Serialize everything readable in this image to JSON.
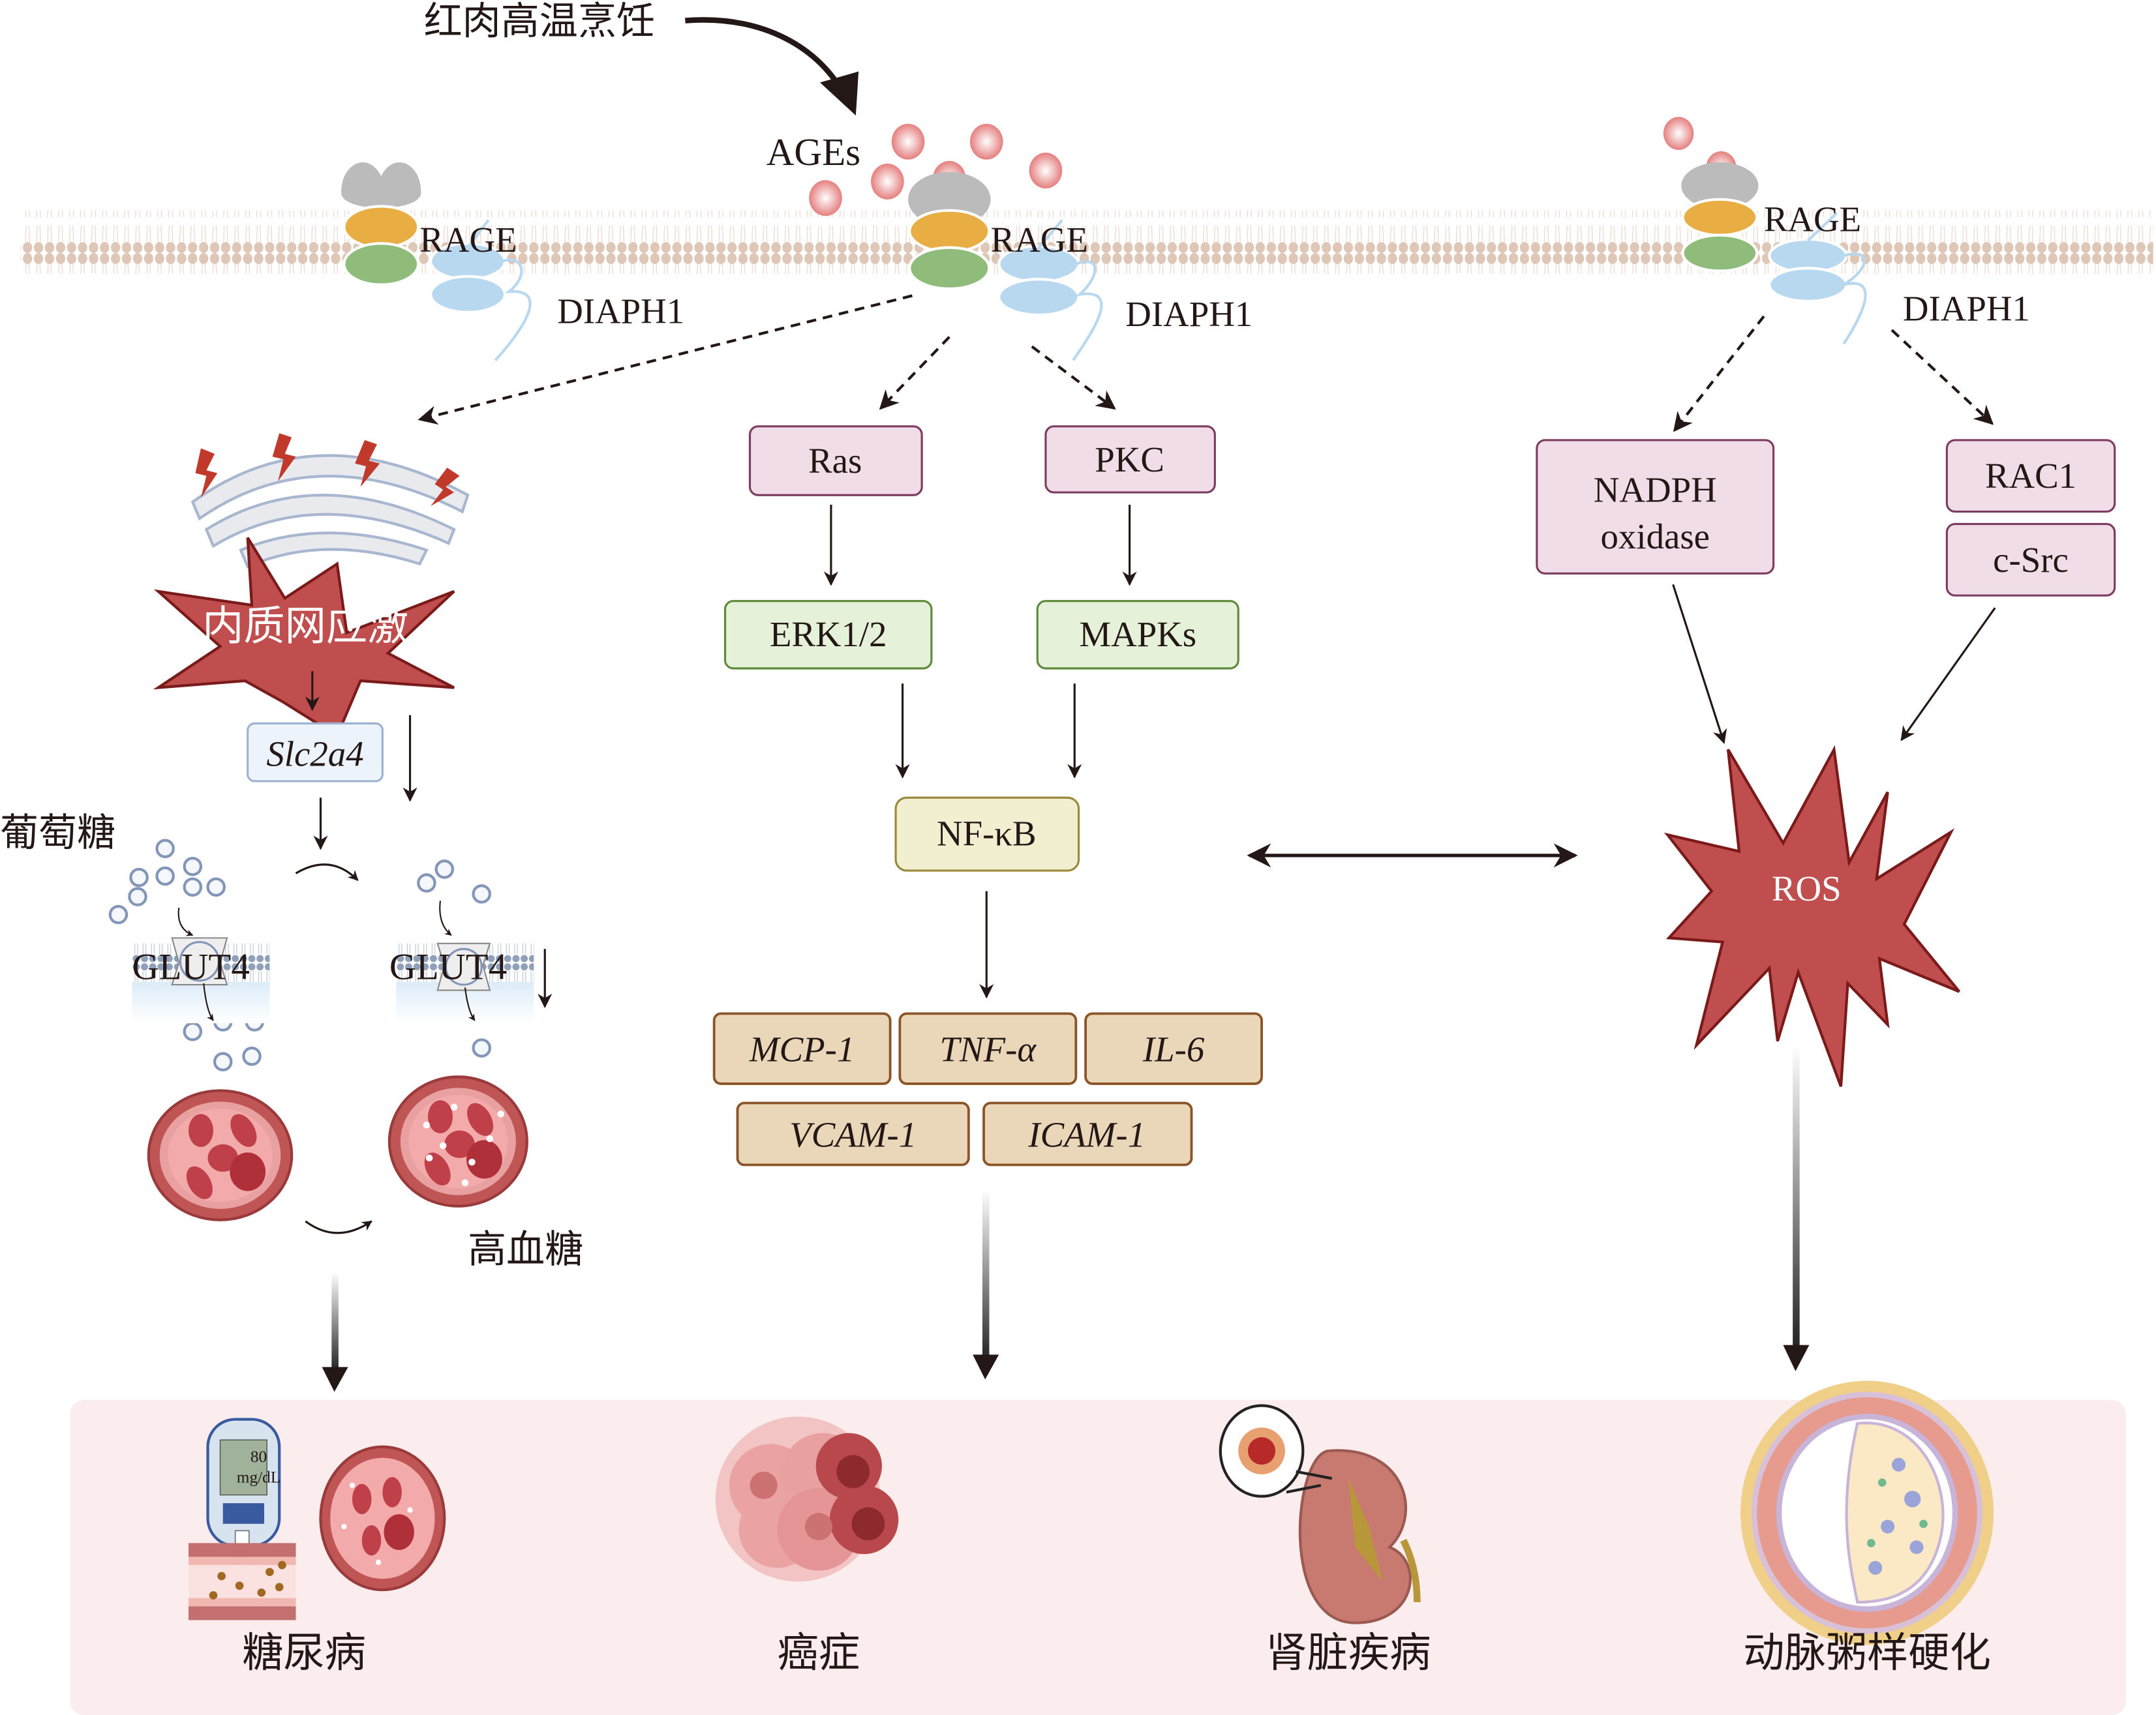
{
  "top": {
    "source_label": "红肉高温烹饪",
    "ages_label": "AGEs"
  },
  "receptors": {
    "rage_label": "RAGE",
    "diaph1_label": "DIAPH1"
  },
  "left_pathway": {
    "er_stress_label": "内质网应激",
    "slc2a4_label": "Slc2a4",
    "glucose_label": "葡萄糖",
    "glut4_label_normal": "GLUT4",
    "glut4_label_reduced": "GLUT4",
    "hyperglycemia_label": "高血糖"
  },
  "middle_pathway": {
    "ras": "Ras",
    "pkc": "PKC",
    "erk": "ERK1/2",
    "mapks": "MAPKs",
    "nfkb": "NF-κB",
    "cytokines_row1": [
      "MCP-1",
      "TNF-α",
      "IL-6"
    ],
    "cytokines_row2": [
      "VCAM-1",
      "ICAM-1"
    ]
  },
  "right_pathway": {
    "nadph_line1": "NADPH",
    "nadph_line2": "oxidase",
    "rac1": "RAC1",
    "csrc": "c-Src",
    "ros": "ROS"
  },
  "diseases": {
    "diabetes": "糖尿病",
    "cancer": "癌症",
    "kidney": "肾脏疾病",
    "atherosclerosis": "动脉粥样硬化",
    "meter_value": "80",
    "meter_unit": "mg/dL"
  },
  "colors": {
    "rage_gray": "#bbbbbb",
    "rage_orange": "#e8ae43",
    "rage_green": "#8fbc7a",
    "diaph1_blue": "#b8d8ef",
    "membrane": "#dfc7b8",
    "star_red": "#c04e4e",
    "star_border": "#7a1a1a",
    "pink_box_fill": "#f0dde7",
    "pink_box_border": "#7d3d62",
    "green_box_fill": "#e6f1da",
    "green_box_border": "#5e8a3a",
    "yellow_box_fill": "#f2efd0",
    "yellow_box_border": "#9a8a3d",
    "tan_box_fill": "#ead7ba",
    "tan_box_border": "#8b5427",
    "slc_box_fill": "#edf3fb",
    "slc_box_border": "#9fb2d2",
    "disease_panel": "#fbeced",
    "age_particle": "#e88888"
  }
}
